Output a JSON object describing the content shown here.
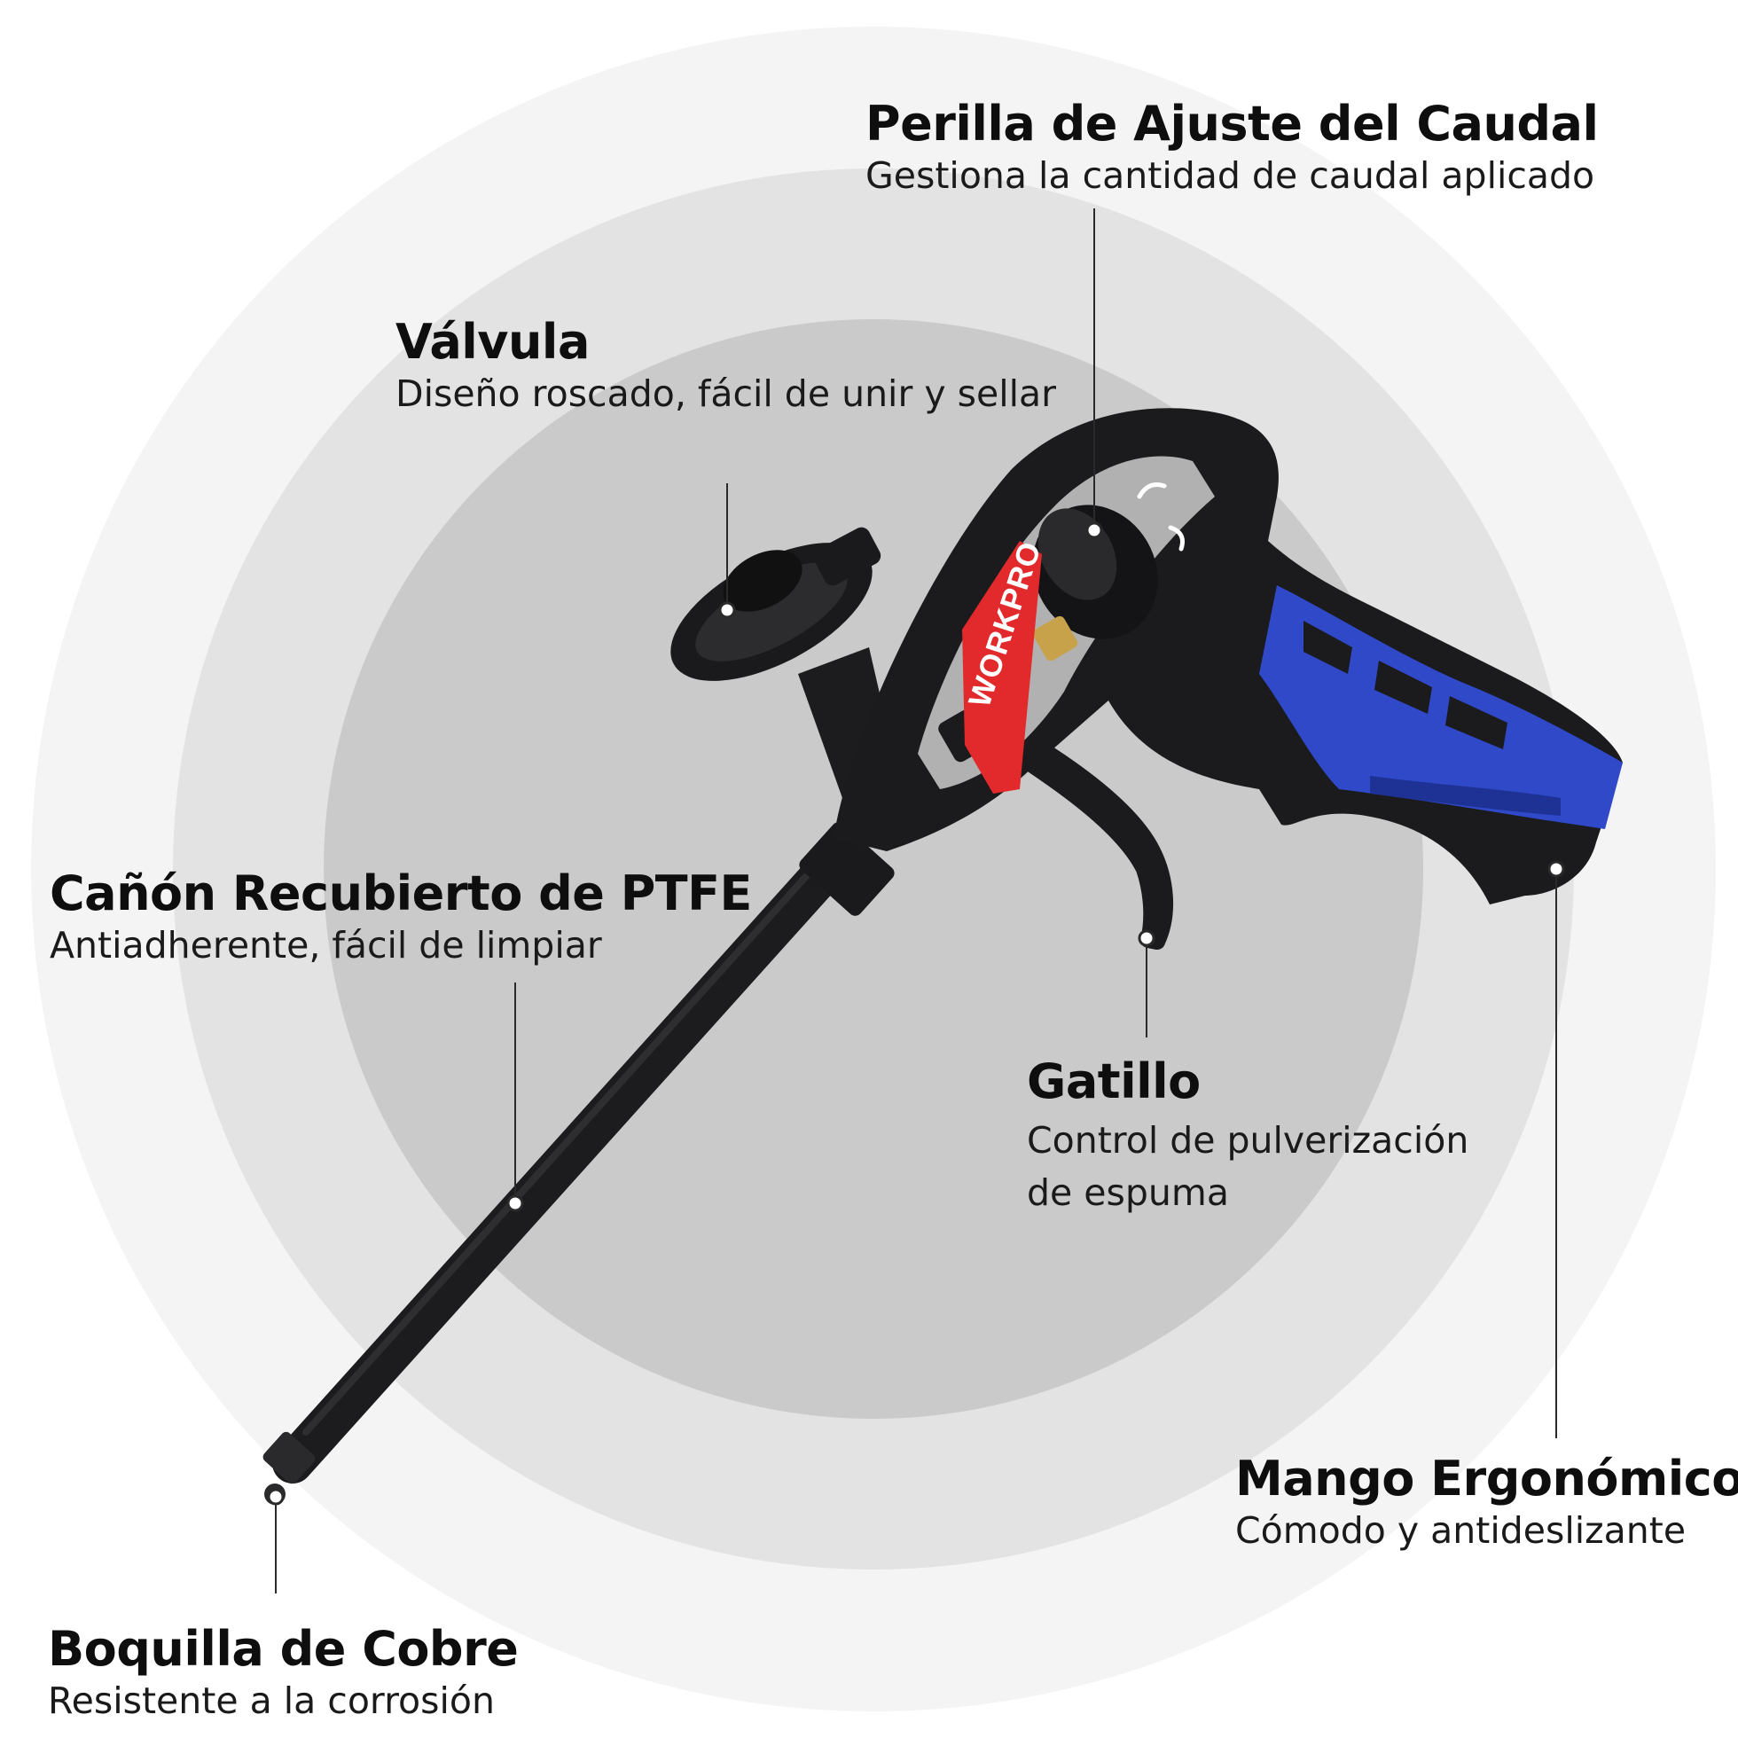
{
  "brand": "WORKPRO",
  "colors": {
    "ring_outer": "#f3f3f3",
    "ring_mid": "#e2e2e2",
    "ring_inner": "#c9c9c9",
    "gun_body": "#1a1a1c",
    "grip_blue": "#2f49c8",
    "brand_red": "#e2292c",
    "brass": "#c8a24a"
  },
  "callouts": {
    "knob": {
      "title": "Perilla de Ajuste del Caudal",
      "desc": "Gestiona la cantidad de caudal aplicado"
    },
    "valve": {
      "title": "Válvula",
      "desc": "Diseño roscado, fácil de unir y sellar"
    },
    "barrel": {
      "title": "Cañón Recubierto de PTFE",
      "desc": "Antiadherente, fácil de limpiar"
    },
    "trigger": {
      "title": "Gatillo",
      "desc_line1": "Control de pulverización",
      "desc_line2": "de espuma"
    },
    "handle": {
      "title": "Mango Ergonómico",
      "desc": "Cómodo y antideslizante"
    },
    "nozzle": {
      "title": "Boquilla de Cobre",
      "desc": "Resistente a la corrosión"
    }
  }
}
